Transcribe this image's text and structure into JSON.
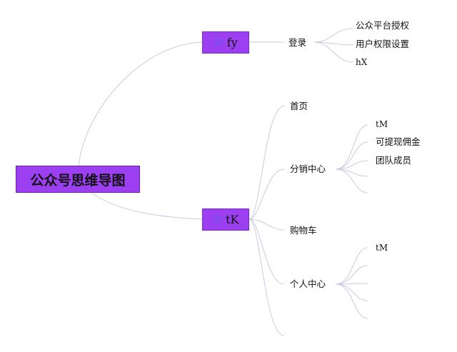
{
  "root": {
    "label": "公众号思维导图"
  },
  "branches": [
    {
      "label": "fy",
      "icon": "star-icon",
      "children": [
        {
          "label": "登录",
          "children": [
            "公众平台授权",
            "用户权限设置",
            "hX"
          ]
        }
      ]
    },
    {
      "label": "tK",
      "icon": "star-icon",
      "children": [
        {
          "label": "首页",
          "children": []
        },
        {
          "label": "分销中心",
          "children": [
            "tM",
            "可提现佣金",
            "团队成员",
            "",
            ""
          ]
        },
        {
          "label": "购物车",
          "children": []
        },
        {
          "label": "个人中心",
          "children": [
            "tM",
            "",
            "",
            "",
            ""
          ]
        },
        {
          "label": "",
          "children": []
        }
      ]
    }
  ],
  "colors": {
    "node_fill": "#9b3ff0",
    "icon": "#3a6fe8",
    "edge": "#cfc8e0"
  }
}
